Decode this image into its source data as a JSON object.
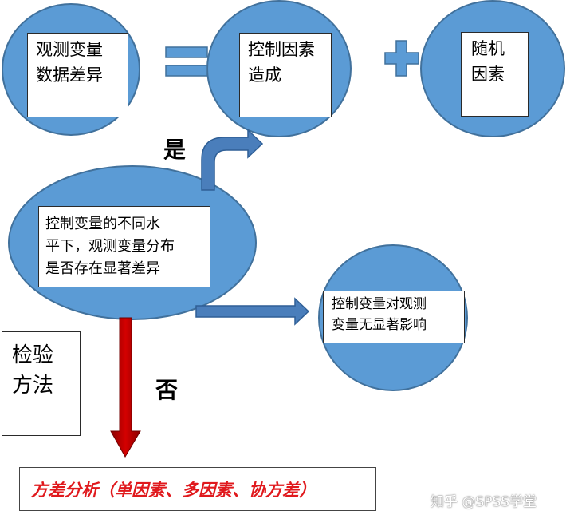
{
  "nodes": {
    "observed_diff": "观测变量\n数据差异",
    "control_factor": "控制因素\n造成",
    "random_factor": "随机\n因素",
    "question": "控制变量的不同水\n平下，观测变量分布\n是否存在显著差异",
    "no_effect": "控制变量对观测\n变量无显著影响",
    "test_method": "检验\n方法",
    "result": "方差分析（单因素、多因素、协方差）"
  },
  "labels": {
    "yes": "是",
    "no": "否"
  },
  "watermark": "知乎 @SPSS学堂",
  "colors": {
    "ellipse_fill": "#5b9bd5",
    "ellipse_stroke": "#41719c",
    "arrow_blue": "#4a7ebb",
    "arrow_red": "#c00000",
    "result_text": "#e0191d"
  }
}
